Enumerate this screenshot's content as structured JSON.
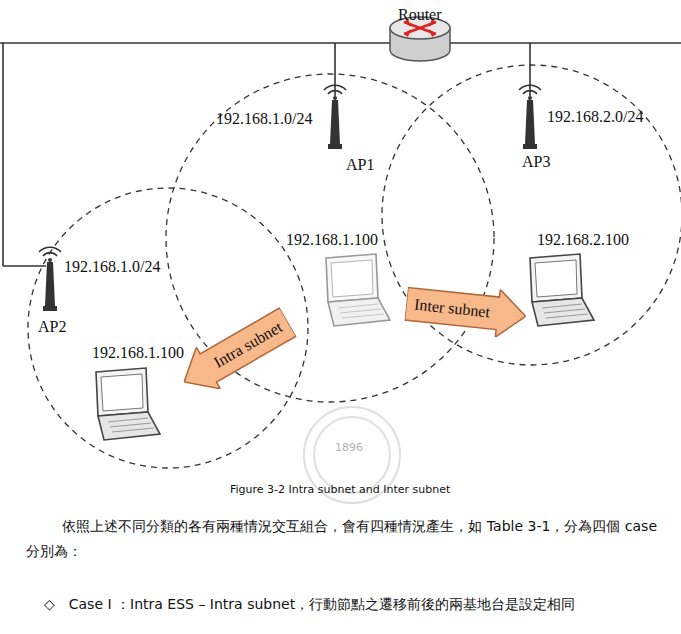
{
  "diagram": {
    "caption": "Figure 3-2 Intra subnet and Inter subnet",
    "nodes": [
      {
        "text": [
          "Intra subnet"
        ]
      },
      {
        "text": [
          "Inter subnet"
        ]
      }
    ],
    "labels": [
      "Router",
      "192.168.1.0/24",
      "AP1",
      "192.168.2.0/24",
      "AP3",
      "192.168.1.0/24",
      "AP2",
      "192.168.1.100",
      "192.168.2.100",
      "192.168.1.100",
      "1896",
      "依照上述不同分類的各有兩種情況交互組合，會有四種情況產生，如 Table 3-1，分為四個 case 分別為：",
      "◇　Case I ：Intra ESS – Intra subnet，行動節點之遷移前後的兩基地台是設定相同"
    ]
  }
}
